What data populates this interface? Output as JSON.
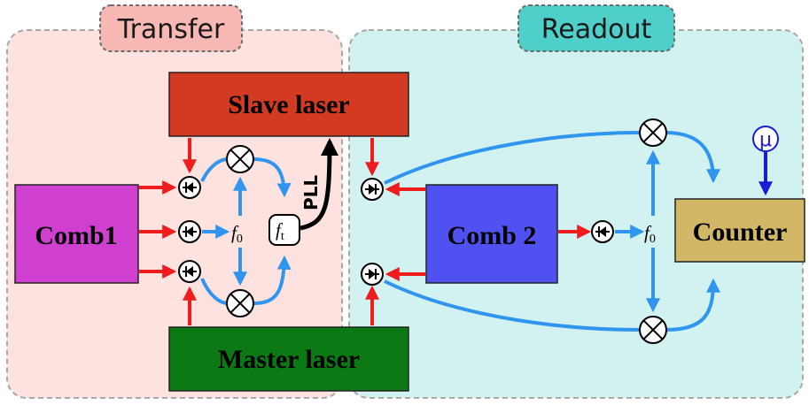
{
  "regions": {
    "transfer": {
      "title": "Transfer",
      "color": "#fde2df",
      "tab_color": "#f8b9b5"
    },
    "readout": {
      "title": "Readout",
      "color": "#d2f1f1",
      "tab_color": "#4ecfc9"
    }
  },
  "blocks": {
    "slave_laser": {
      "label": "Slave laser",
      "color": "#d23a22"
    },
    "master_laser": {
      "label": "Master laser",
      "color": "#0b7a14"
    },
    "comb1": {
      "label": "Comb1",
      "color": "#cf3fd0"
    },
    "comb2": {
      "label": "Comb 2",
      "color": "#4f52f0"
    },
    "counter": {
      "label": "Counter",
      "color": "#d2b866"
    }
  },
  "labels": {
    "f0_transfer": "f",
    "f0_transfer_sub": "0",
    "ft": "f",
    "ft_sub": "t",
    "pll": "PLL",
    "f0_readout": "f",
    "f0_readout_sub": "0",
    "mu": "μ"
  },
  "colors": {
    "optical_arrow": "#ee1c1c",
    "rf_line": "#2f95ee",
    "pll_line": "#000000",
    "mu_arrow": "#1b1bd8"
  }
}
